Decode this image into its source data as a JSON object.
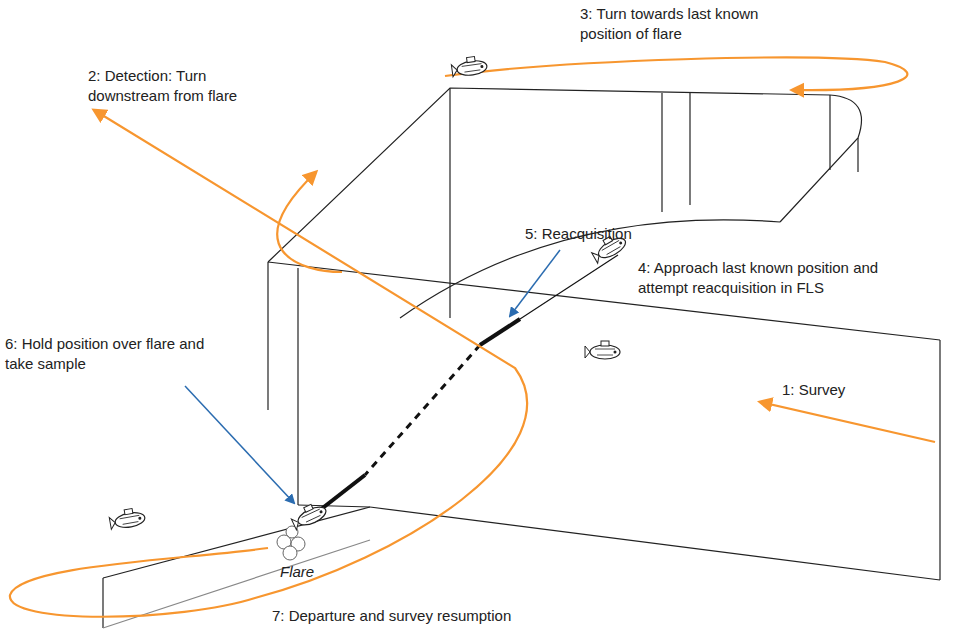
{
  "diagram": {
    "labels": [
      "1: Survey",
      "2: Detection: Turn downstream from flare",
      "3: Turn towards last known position of flare",
      "4: Approach last known position and attempt reacquisition in FLS",
      "5: Reacquisition",
      "6: Hold position over flare and take sample",
      "Flare",
      "7: Departure and survey resumption"
    ]
  }
}
